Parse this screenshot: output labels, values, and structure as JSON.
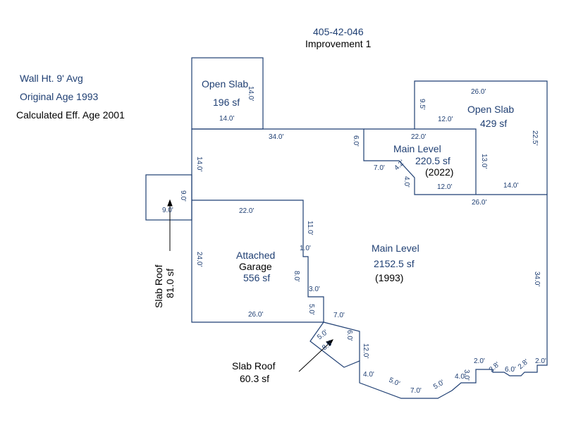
{
  "header": {
    "parcel": "405-42-046",
    "improvement": "Improvement 1"
  },
  "info": {
    "wall_height": "Wall Ht. 9' Avg",
    "original_age": "Original Age  1993",
    "eff_age": "Calculated Eff. Age 2001"
  },
  "areas": {
    "open_slab_1": {
      "name": "Open Slab",
      "area": "196 sf"
    },
    "open_slab_2": {
      "name": "Open Slab",
      "area": "429 sf"
    },
    "main_level_addition": {
      "name": "Main Level",
      "area": "220.5 sf",
      "year": "(2022)"
    },
    "garage": {
      "name_line1": "Attached",
      "name_line2": "Garage",
      "area": "556 sf"
    },
    "main_level": {
      "name": "Main Level",
      "area": "2152.5 sf",
      "year": "(1993)"
    },
    "slab_roof_left": {
      "name": "Slab Roof",
      "area": "81.0 sf"
    },
    "slab_roof_bottom": {
      "name": "Slab Roof",
      "area": "60.3 sf"
    }
  },
  "dims": {
    "os1_right": "14.0'",
    "os1_bottom": "14.0'",
    "top_34": "34.0'",
    "left_14": "14.0'",
    "left_9": "9.0'",
    "slab_9": "9.0'",
    "g_top": "22.0'",
    "g_11": "11.0'",
    "g_1": "1.0'",
    "g_8": "8.0'",
    "g_3": "3.0'",
    "g_5": "5.0'",
    "g_left_24": "24.0'",
    "g_bottom_26": "26.0'",
    "bay_7": "7.0'",
    "sr_5": "5.0'",
    "sr_8_5": "8.5'",
    "sr_6": "6.0'",
    "v_12": "12.0'",
    "seg_4": "4.0'",
    "seg_5a": "5.0'",
    "seg_7": "7.0'",
    "seg_5b": "5.0'",
    "seg_4b": "4.0'",
    "seg_3": "3.0'",
    "seg_2a": "2.0'",
    "seg_2_8a": "2.8'",
    "seg_6": "6.0'",
    "seg_2_8b": "2.8'",
    "seg_2b": "2.0'",
    "right_34": "34.0'",
    "right_26": "26.0'",
    "os2_26": "26.0'",
    "os2_9_5": "9.5'",
    "os2_12": "12.0'",
    "os2_22_5": "22.5'",
    "os2_14": "14.0'",
    "ml_22": "22.0'",
    "ml_6": "6.0'",
    "ml_13": "13.0'",
    "ml_7": "7.0'",
    "ml_4_2": "4.2'",
    "ml_4": "4.0'",
    "ml_12": "12.0'"
  },
  "colors": {
    "line": "#1f3f73",
    "area_text": "#1f3f73",
    "black": "#000000"
  }
}
